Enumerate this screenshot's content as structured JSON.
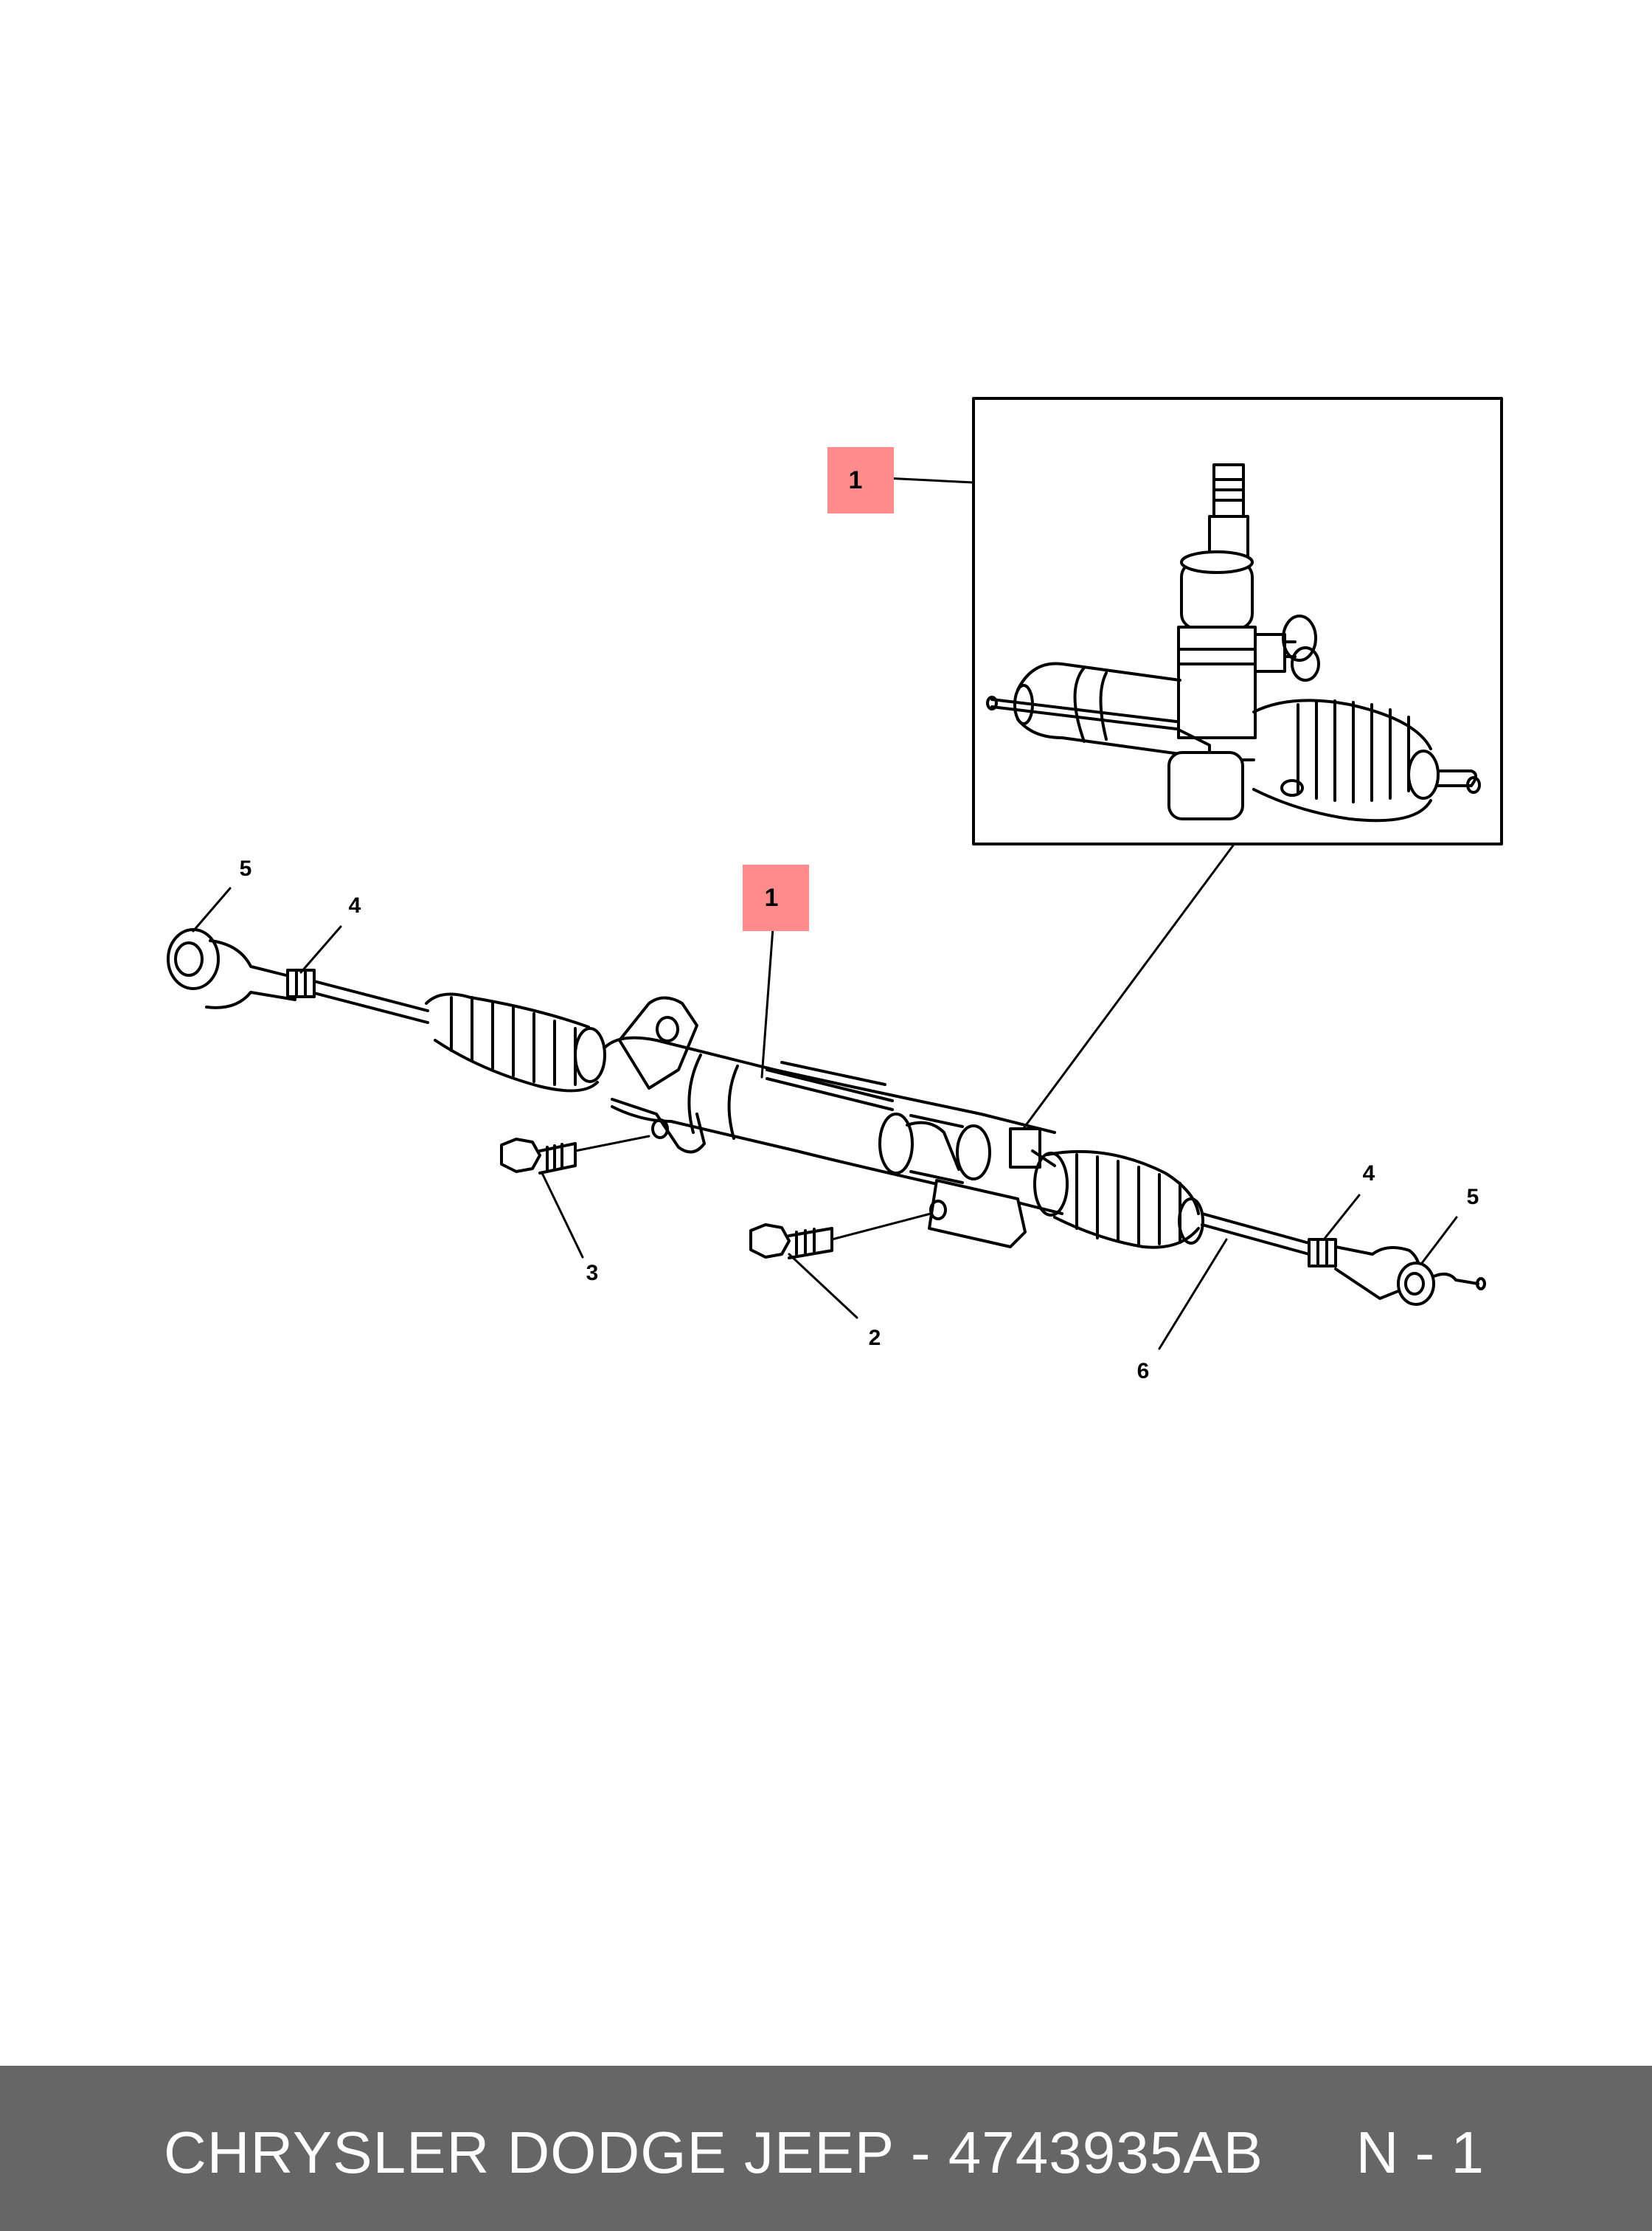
{
  "colors": {
    "background": "#ffffff",
    "footer_bg": "#666666",
    "footer_text": "#ffffff",
    "highlight": "#ff8c8c",
    "line": "#000000"
  },
  "callouts": {
    "inset_highlight": "1",
    "main_highlight": "1",
    "bolt_lower": "2",
    "bolt_upper": "3",
    "jam_nut_left": "4",
    "jam_nut_right": "4",
    "tie_rod_end_left": "5",
    "tie_rod_end_right": "5",
    "inner_tie_rod": "6"
  },
  "footer": {
    "title": "CHRYSLER DODGE JEEP - 4743935AB",
    "page": "N - 1"
  }
}
